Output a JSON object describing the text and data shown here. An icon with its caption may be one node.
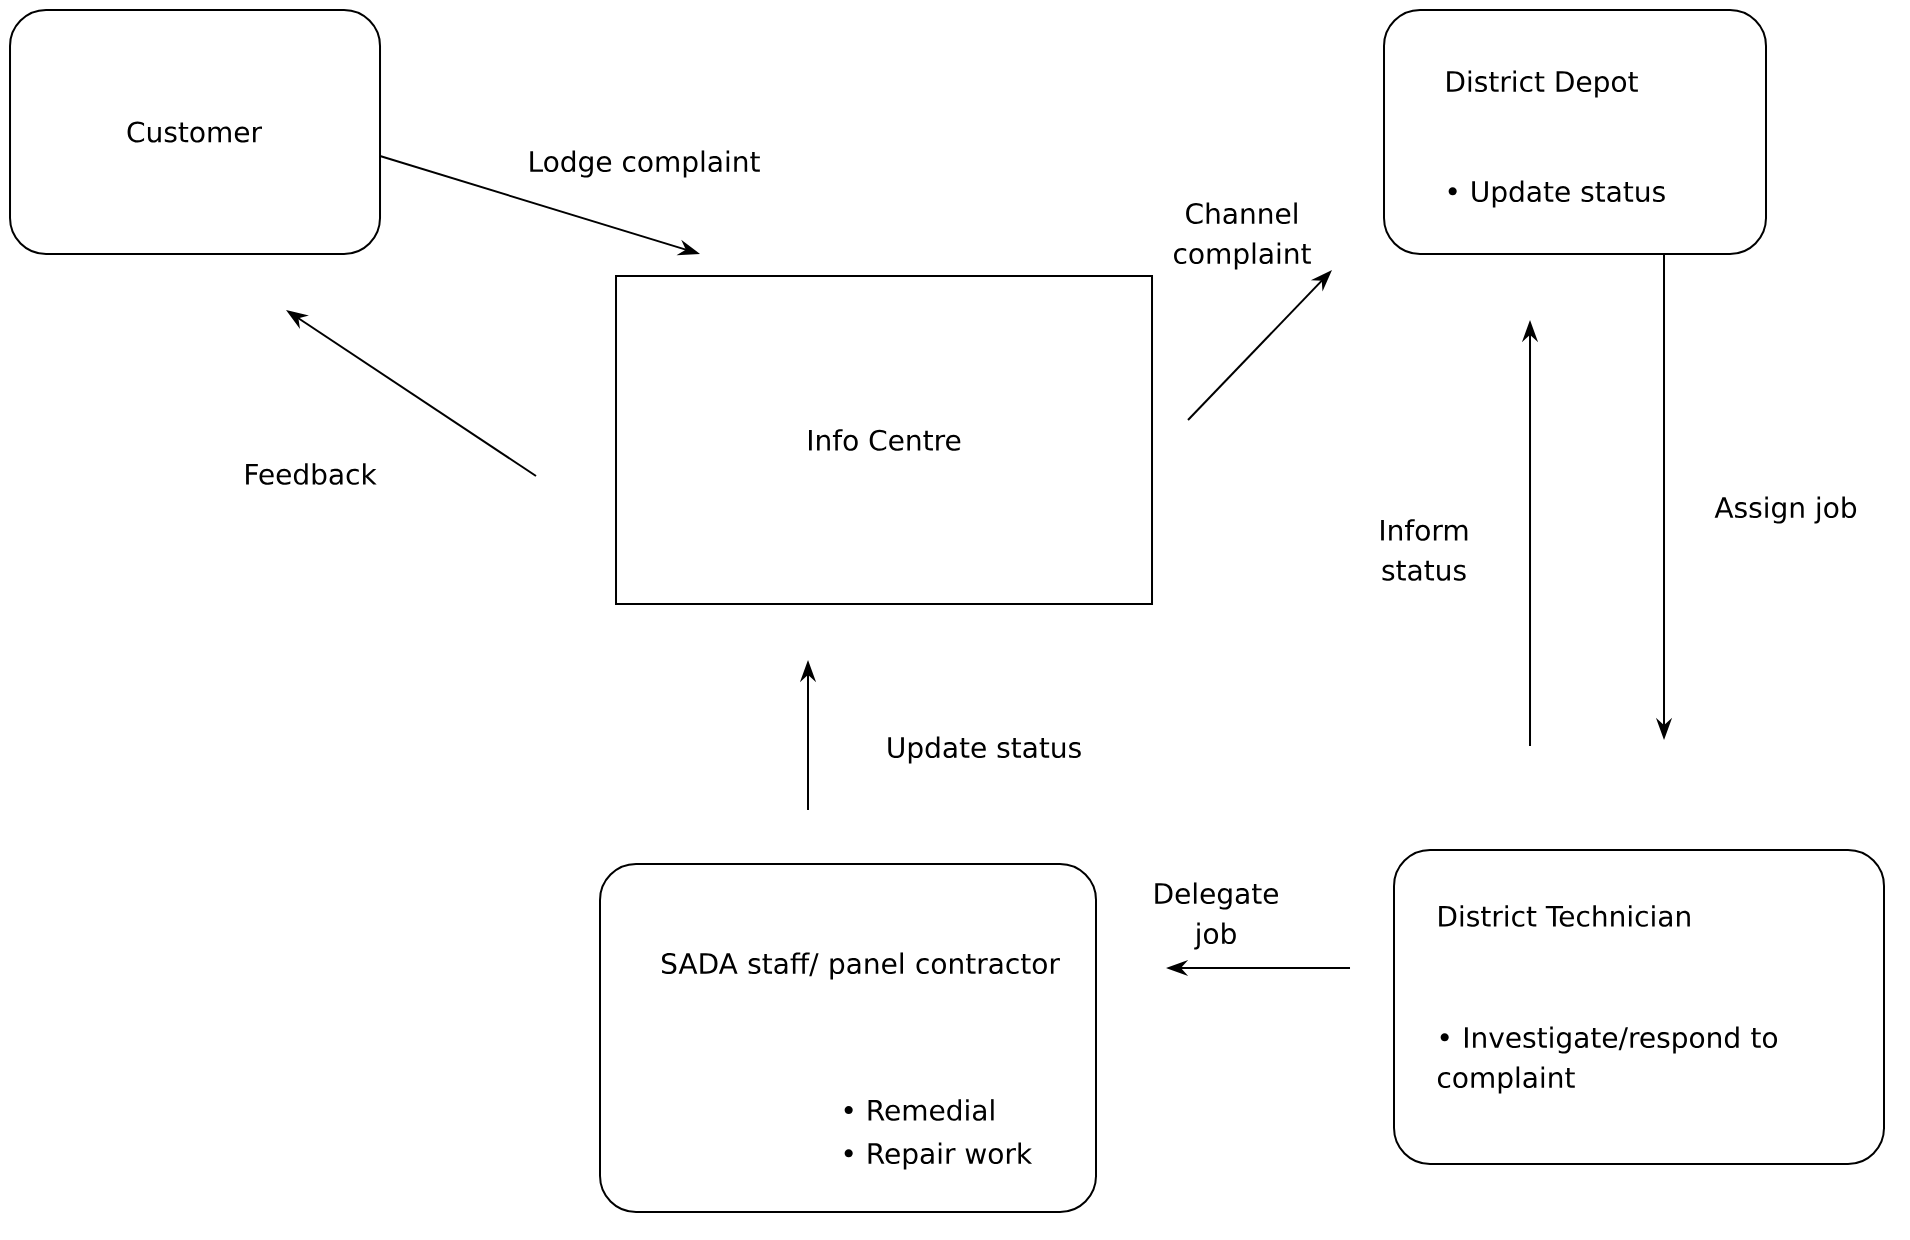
{
  "diagram": {
    "nodes": [
      {
        "text": [
          "Customer"
        ]
      },
      {
        "text": [
          "District Depot",
          "• Update status"
        ]
      },
      {
        "text": [
          "Info Centre"
        ]
      },
      {
        "text": [
          "SADA staff/ panel contractor",
          "• Remedial",
          "• Repair work"
        ]
      },
      {
        "text": [
          "District Technician",
          "• Investigate/respond to complaint"
        ]
      }
    ],
    "edges": [
      {
        "from": 0,
        "to": 2,
        "arrow": "to",
        "label": "Lodge complaint"
      },
      {
        "from": 2,
        "to": 0,
        "arrow": "to",
        "label": "Feedback"
      },
      {
        "from": 2,
        "to": 1,
        "arrow": "to",
        "label": "Channel complaint"
      },
      {
        "from": 1,
        "to": 4,
        "arrow": "to",
        "label": "Assign job"
      },
      {
        "from": 4,
        "to": 1,
        "arrow": "to",
        "label": "Inform status"
      },
      {
        "from": 4,
        "to": 3,
        "arrow": "to",
        "label": "Delegate job"
      },
      {
        "from": 3,
        "to": 2,
        "arrow": "to",
        "label": "Update status"
      }
    ]
  }
}
